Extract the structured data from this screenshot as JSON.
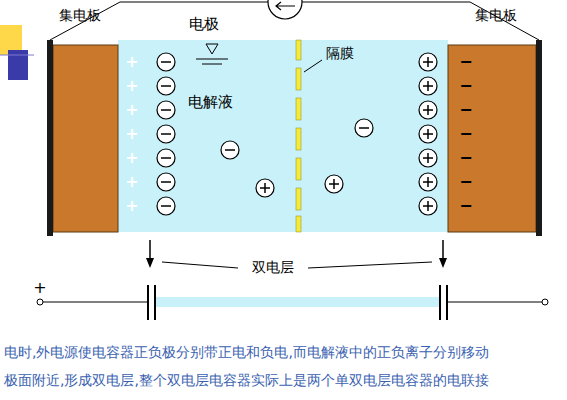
{
  "diagram": {
    "labels": [
      "集电板",
      "电极",
      "集电板",
      "隔膜",
      "电解液",
      "双电层",
      "+",
      "+",
      "+",
      "+",
      "+",
      "+",
      "+",
      "−",
      "−",
      "−",
      "−",
      "−",
      "−",
      "−",
      "+",
      "电时,外电源使电容器正负极分别带正电和负电,而电解液中的正负离子分别移动",
      "极面附近,形成双电层,整个双电层电容器实际上是两个单双电层电容器的电联接"
    ]
  }
}
